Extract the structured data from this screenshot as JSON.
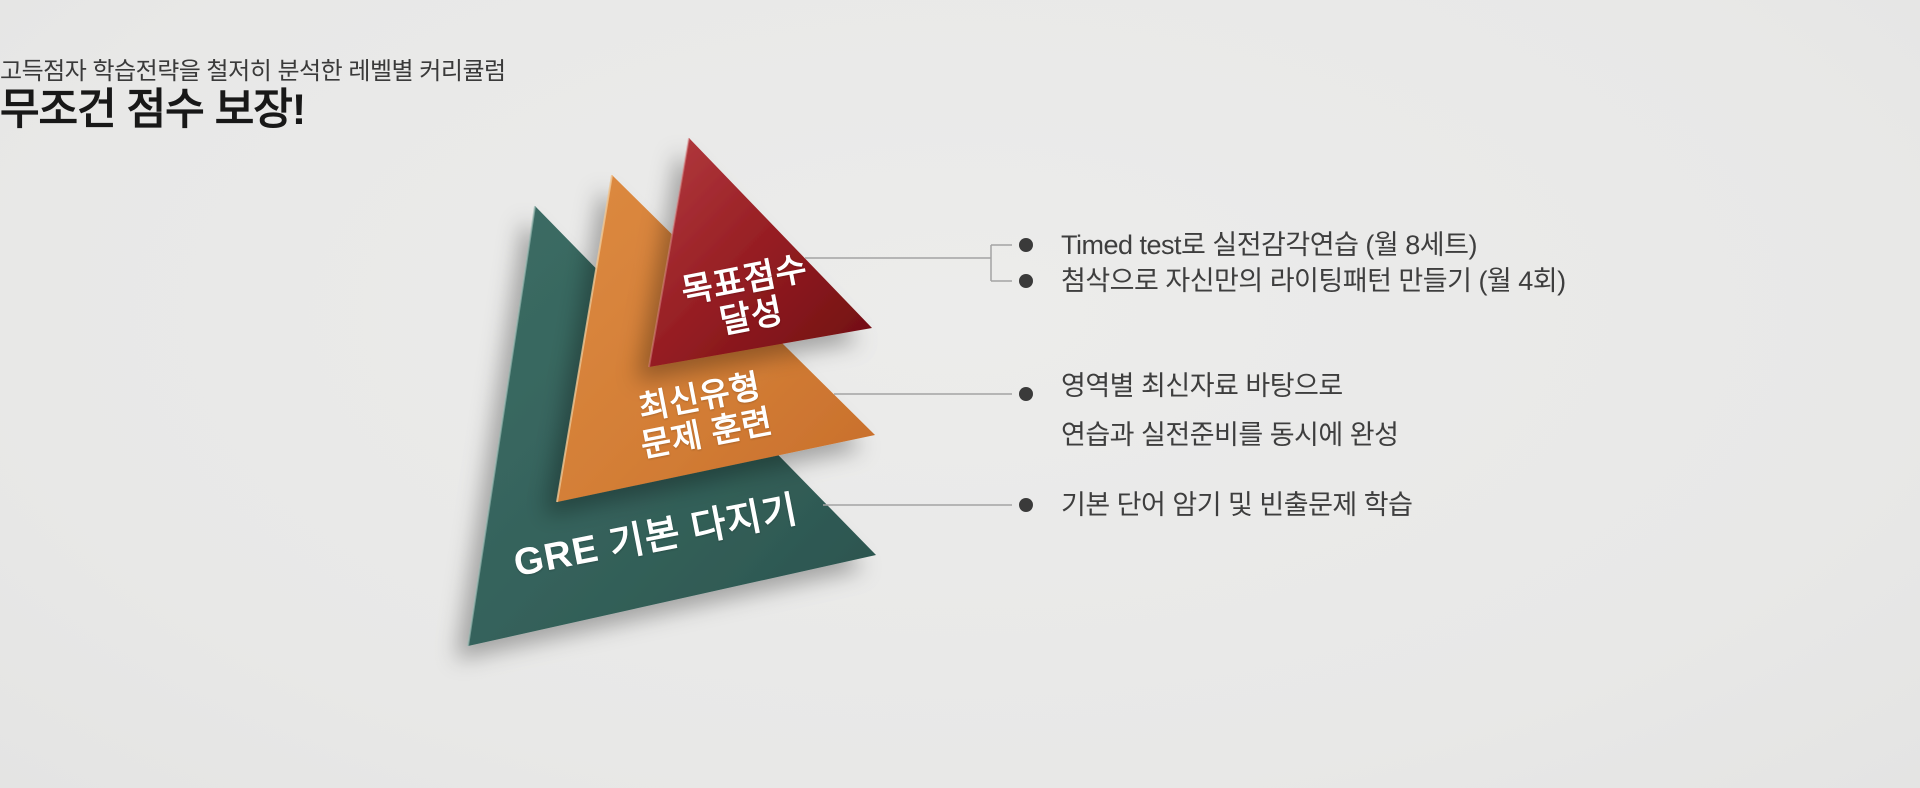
{
  "page": {
    "background_color": "#eaeae9",
    "text_color": "#3e3e3e",
    "connector_color": "#a3a3a3",
    "dot_color": "#3a3a3a"
  },
  "header": {
    "subtitle": "고득점자 학습전략을 철저히 분석한 레벨별 커리큘럼",
    "title": "무조건 점수 보장!"
  },
  "pyramid": {
    "levels": [
      {
        "name": "goal-score",
        "label_line1": "목표점수",
        "label_line2": "달성",
        "color_start": "#b43b40",
        "color_mid": "#951d22",
        "color_end": "#6d0d11",
        "edge_highlight": "#d98a8a"
      },
      {
        "name": "latest-type-training",
        "label_line1": "최신유형",
        "label_line2": "문제 훈련",
        "color_start": "#dd8a41",
        "color_mid": "#d37e36",
        "color_end": "#c76d2a",
        "edge_highlight": "#f0c795"
      },
      {
        "name": "gre-basics",
        "label_line1": "GRE 기본 다지기",
        "color_start": "#3c6d65",
        "color_mid": "#34615a",
        "color_end": "#2a534d",
        "edge_highlight": "#9dbcb5"
      }
    ]
  },
  "callouts": {
    "level_top": {
      "bullet1": "Timed test로 실전감각연습 (월 8세트)",
      "bullet2": "첨삭으로 자신만의 라이팅패턴 만들기 (월 4회)"
    },
    "level_middle": {
      "line1": "영역별 최신자료 바탕으로",
      "line2": "연습과 실전준비를 동시에 완성"
    },
    "level_base": {
      "bullet1": "기본 단어 암기 및 빈출문제 학습"
    }
  }
}
